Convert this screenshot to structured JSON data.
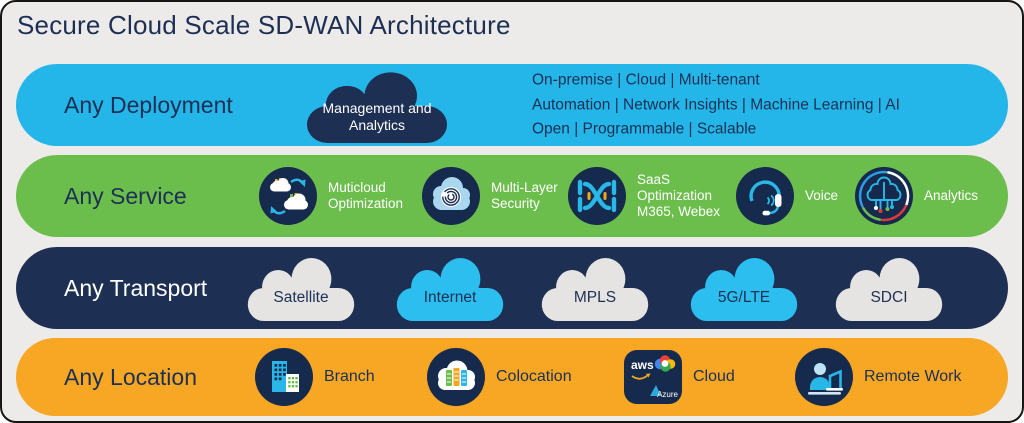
{
  "title": "Secure Cloud Scale SD-WAN Architecture",
  "colors": {
    "deployment_band": "#24B6E9",
    "service_band": "#6CBE4C",
    "transport_band": "#1D3054",
    "location_band": "#F7A723",
    "highlight_cloud": "#2BBEEF",
    "neutral_cloud": "#E5E4E2",
    "navy": "#1D3054",
    "background": "#EDEBE9"
  },
  "deployment": {
    "label": "Any Deployment",
    "cloud_label": "Management and Analytics",
    "features": [
      "On-premise | Cloud | Multi-tenant",
      "Automation | Network Insights | Machine Learning | AI",
      "Open | Programmable | Scalable"
    ]
  },
  "service": {
    "label": "Any Service",
    "items": [
      {
        "icon": "multicloud-icon",
        "label": "Muticloud Optimization"
      },
      {
        "icon": "fingerprint-cloud-icon",
        "label": "Multi-Layer Security"
      },
      {
        "icon": "saas-dna-icon",
        "label": "SaaS Optimization M365, Webex"
      },
      {
        "icon": "headset-icon",
        "label": "Voice"
      },
      {
        "icon": "brain-analytics-icon",
        "label": "Analytics"
      }
    ]
  },
  "transport": {
    "label": "Any Transport",
    "clouds": [
      {
        "label": "Satellite",
        "highlighted": false
      },
      {
        "label": "Internet",
        "highlighted": true
      },
      {
        "label": "MPLS",
        "highlighted": false
      },
      {
        "label": "5G/LTE",
        "highlighted": true
      },
      {
        "label": "SDCI",
        "highlighted": false
      }
    ]
  },
  "location": {
    "label": "Any Location",
    "items": [
      {
        "icon": "branch-building-icon",
        "label": "Branch"
      },
      {
        "icon": "colocation-cloud-icon",
        "label": "Colocation"
      },
      {
        "icon": "cloud-providers-icon",
        "label": "Cloud",
        "providers": [
          "aws",
          "Azure"
        ]
      },
      {
        "icon": "remote-work-icon",
        "label": "Remote Work"
      }
    ]
  }
}
